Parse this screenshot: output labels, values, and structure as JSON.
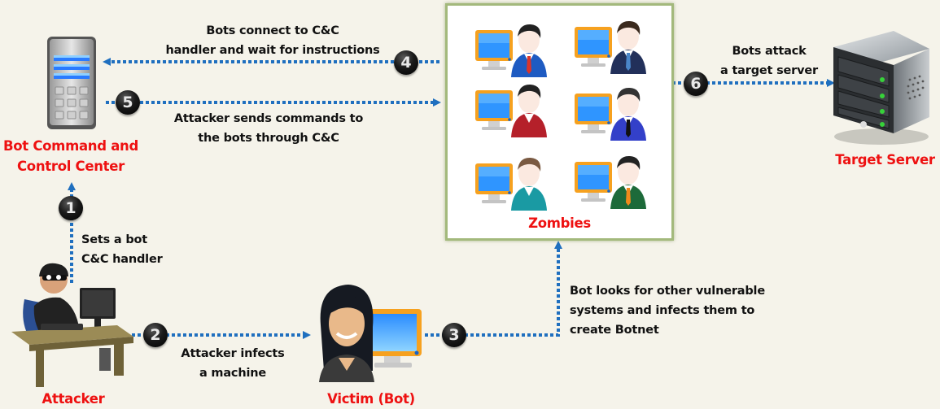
{
  "diagram": {
    "nodes": {
      "cnc": {
        "label_line1": "Bot Command and",
        "label_line2": "Control Center",
        "icon": "cnc-server-icon"
      },
      "zombies": {
        "label": "Zombies",
        "icon": "zombie-computers-icon",
        "members": 6
      },
      "target": {
        "label": "Target Server",
        "icon": "target-server-icon"
      },
      "attacker": {
        "label": "Attacker",
        "icon": "attacker-icon"
      },
      "victim": {
        "label": "Victim (Bot)",
        "icon": "victim-icon"
      }
    },
    "steps": [
      {
        "number": "1",
        "line1": "Sets a bot",
        "line2": "C&C handler"
      },
      {
        "number": "2",
        "line1": "Attacker infects",
        "line2": "a machine"
      },
      {
        "number": "3",
        "line1": "Bot looks for other vulnerable",
        "line2": "systems and infects them to",
        "line3": "create Botnet"
      },
      {
        "number": "4",
        "line1": "Bots connect to C&C",
        "line2": "handler and wait for instructions"
      },
      {
        "number": "5",
        "line1": "Attacker sends commands to",
        "line2": "the bots through C&C"
      },
      {
        "number": "6",
        "line1": "Bots attack",
        "line2": "a target server"
      }
    ],
    "colors": {
      "arrow": "#1f6fbf",
      "label_red": "#ee1111",
      "zombie_border": "#a3b97c"
    }
  }
}
